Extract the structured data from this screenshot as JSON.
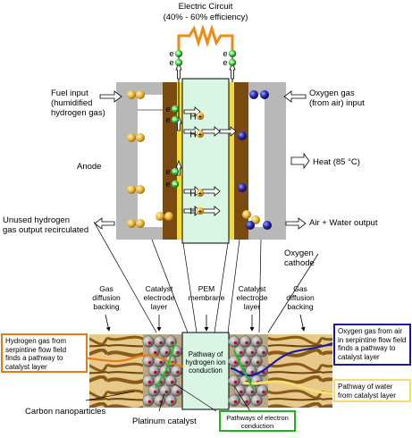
{
  "circuit": {
    "title": "Electric Circuit",
    "efficiency": "(40% - 60%  efficiency)"
  },
  "electron_symbol": "e",
  "minus_sign": "−",
  "hydrogen_symbol": "H",
  "plus_sign": "+",
  "labels": {
    "fuel_input": [
      "Fuel input",
      "(humidified",
      "hydrogen gas)"
    ],
    "oxygen_input": [
      "Oxygen gas",
      "(from air) input"
    ],
    "anode": "Anode",
    "heat": "Heat (85 °C)",
    "unused_hydrogen": [
      "Unused hydrogen",
      "gas output recirculated"
    ],
    "air_water_output": "Air + Water output",
    "oxygen_cathode": [
      "Oxygen",
      "cathode"
    ]
  },
  "layers": {
    "gas_diffusion_left": [
      "Gas",
      "diffusion",
      "backing"
    ],
    "catalyst_left": [
      "Catalyst",
      "electrode",
      "layer"
    ],
    "pem": [
      "PEM",
      "membrane"
    ],
    "catalyst_right": [
      "Catalyst",
      "electrode",
      "layer"
    ],
    "gas_diffusion_right": [
      "Gas",
      "diffusion",
      "backing"
    ]
  },
  "callouts": {
    "hydrogen_pathway": "Hydrogen gas from serpintine flow field finds a pathway to catalyst layer",
    "oxygen_pathway": "Oxygen gas from air in serpintine flow field finds a pathway to catalyst layer",
    "water_pathway": "Pathway of water from catalyst layer",
    "hydrogen_ion_conduction": "Pathway of hydrogen ion conduction",
    "electron_conduction": "Pathways of electron conduction"
  },
  "bottom_labels": {
    "carbon_nanoparticles": "Carbon nanoparticles",
    "platinum_catalyst": "Platinum catalyst"
  },
  "colors": {
    "brown": "#7a4b10",
    "yellow": "#f3dc3a",
    "mint": "#d9f5e3",
    "gray": "#b8b8b8",
    "gold": "#e6b63a",
    "blue_ball": "#2a2aa8",
    "green_electron": "#1fae1f",
    "orange": "#e87a14",
    "blue_path": "#1a1aa0",
    "yellow_path": "#f6e070",
    "green_box": "#20b020"
  }
}
